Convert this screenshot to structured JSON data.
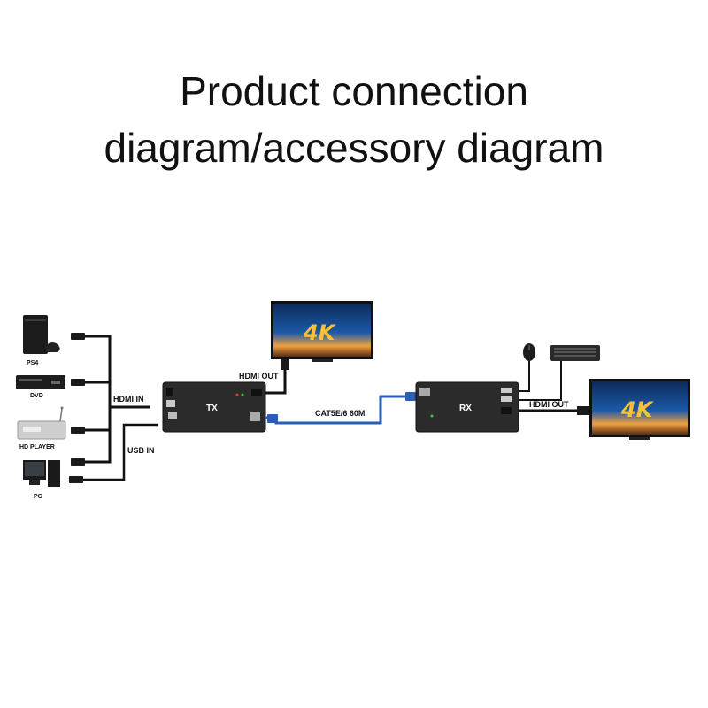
{
  "title": {
    "line1": "Product connection",
    "line2": "diagram/accessory diagram"
  },
  "sources": [
    "PS4",
    "DVD",
    "HD PLAYER",
    "PC"
  ],
  "labels": {
    "hdmi_in": "HDMI IN",
    "usb_in": "USB IN",
    "hdmi_out_tx": "HDMI OUT",
    "cable": "CAT5E/6 60M",
    "hdmi_out_rx": "HDMI OUT"
  },
  "units": {
    "tx": "TX",
    "rx": "RX"
  },
  "displays": {
    "tv_badge": "4K"
  },
  "colors": {
    "cable": "#2a5db5",
    "unit": "#2b2b2b",
    "wire": "#111111"
  }
}
